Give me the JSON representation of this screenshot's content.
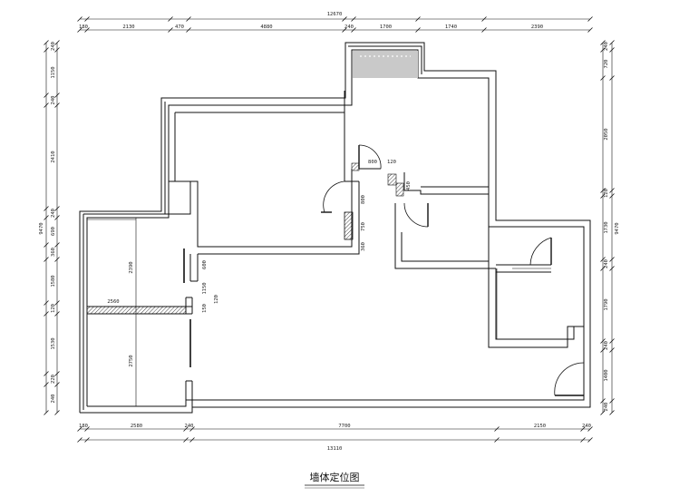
{
  "drawing_title": "墙体定位图",
  "top_total": "12670",
  "top_dims": [
    "180",
    "2130",
    "470",
    "4880",
    "240",
    "1700",
    "1740",
    "2390"
  ],
  "bottom_total": "13110",
  "bottom_dims": [
    "180",
    "2580",
    "240",
    "7700",
    "2150",
    "240"
  ],
  "left_total": "9470",
  "left_dims": [
    "240",
    "1150",
    "240",
    "2410",
    "240",
    "690",
    "360",
    "1580",
    "120",
    "1530",
    "220",
    "240"
  ],
  "right_total": "9470",
  "right_dims": [
    "240",
    "720",
    "2050",
    "120",
    "1730",
    "240",
    "1790",
    "240",
    "1400",
    "240"
  ],
  "interior_dims": [
    "800",
    "120",
    "450",
    "800",
    "750",
    "360",
    "2390",
    "2560",
    "2750",
    "600",
    "1150",
    "150",
    "120"
  ]
}
